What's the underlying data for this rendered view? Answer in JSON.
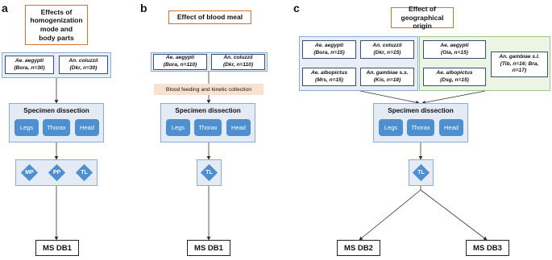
{
  "panels": {
    "a": {
      "letter": "a",
      "title": [
        "Effects of",
        "homogenization",
        "mode and",
        "body parts"
      ],
      "species": [
        {
          "name": "Ae. aegypti",
          "detail": "(Bora, n=30)"
        },
        {
          "name": "An. coluzzii",
          "detail": "(Dkr, n=30)"
        }
      ],
      "dissection_title": "Specimen dissection",
      "parts": [
        "Legs",
        "Thorax",
        "Head"
      ],
      "modes": [
        "MP",
        "PP",
        "TL"
      ],
      "database": "MS DB1"
    },
    "b": {
      "letter": "b",
      "title": [
        "Effect of blood meal"
      ],
      "species": [
        {
          "name": "Ae. aegypti",
          "detail": "(Bora, n=110)"
        },
        {
          "name": "An. coluzzii",
          "detail": "(Dkr, n=110)"
        }
      ],
      "collection_label": "Blood feeding and kinetic collection",
      "dissection_title": "Specimen dissection",
      "parts": [
        "Legs",
        "Thorax",
        "Head"
      ],
      "modes": [
        "TL"
      ],
      "database": "MS DB1"
    },
    "c": {
      "letter": "c",
      "title": [
        "Effect of",
        "geographical origin"
      ],
      "species_blue": [
        {
          "name": "Ae. aegypti",
          "detail": "(Bora, n=15)"
        },
        {
          "name": "An. coluzzii",
          "detail": "(Dkr, n=15)"
        },
        {
          "name": "Ae. albopictus",
          "detail": "(Mrs, n=15)"
        },
        {
          "name": "An. gambiae s.s.",
          "detail": "(Kis, n=18)"
        }
      ],
      "species_green": [
        {
          "name": "Ae. aegypti",
          "detail": "(Oia, n=15)"
        },
        {
          "name": "Ae. albopictus",
          "detail": "(Dsg, n=15)"
        },
        {
          "name": "An. gambiae s.l.",
          "detail": "(Tib, n=16; Bra,",
          "detail2": "n=17)"
        }
      ],
      "dissection_title": "Specimen dissection",
      "parts": [
        "Legs",
        "Thorax",
        "Head"
      ],
      "modes": [
        "TL"
      ],
      "databases": [
        "MS DB2",
        "MS DB3"
      ]
    }
  }
}
